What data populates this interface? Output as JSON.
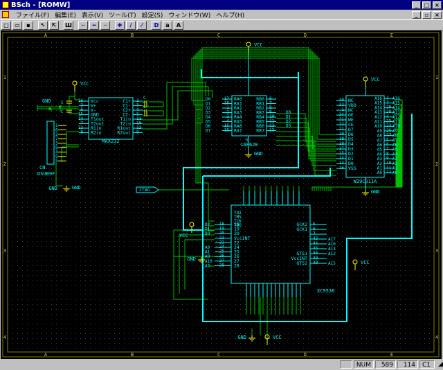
{
  "window": {
    "title": "BSch - [ROMW]"
  },
  "menu": [
    "ファイル(F)",
    "編集(E)",
    "表示(V)",
    "ツール(T)",
    "設定(S)",
    "ウィンドウ(W)",
    "ヘルプ(H)"
  ],
  "toolbar": {
    "btn_a": "a",
    "btn_A": "A"
  },
  "ruler": {
    "cols": [
      "A",
      "B",
      "C",
      "D",
      "E"
    ],
    "rows": [
      "1",
      "2",
      "3",
      "4"
    ]
  },
  "schematic": {
    "vcc": "VCC",
    "gnd": "GND",
    "max232": {
      "name": "MAX232",
      "left_pins": [
        "Vcc",
        "V+",
        "V-",
        "GND",
        "T1out",
        "T2out",
        "R1in",
        "R2in"
      ],
      "left_nums": [
        "16",
        "2",
        "6",
        "15",
        "14",
        "7",
        "13",
        "8"
      ],
      "right_pins": [
        "C1+",
        "C1-",
        "C2+",
        "C2-",
        "T1in",
        "T2in",
        "R1out",
        "R2out"
      ],
      "right_nums": [
        "1",
        "3",
        "4",
        "5",
        "11",
        "10",
        "12",
        "9"
      ],
      "cap": "C"
    },
    "pic": {
      "name": "16F628",
      "left_pins": [
        "RA0",
        "RA1",
        "RA2",
        "RA3",
        "RA4",
        "RA5",
        "RA6",
        "RA7"
      ],
      "left_nums": [
        "17",
        "18",
        "1",
        "2",
        "3",
        "4",
        "15",
        "16"
      ],
      "right_pins": [
        "RB0",
        "RB1",
        "RB2",
        "RB3",
        "RB4",
        "RB5",
        "RB6",
        "RB7"
      ],
      "right_nums": [
        "6",
        "7",
        "8",
        "9",
        "10",
        "11",
        "12",
        "13"
      ],
      "vdd": "14",
      "vss": "5",
      "left_nets": [
        "D0",
        "D1",
        "D2",
        "D3",
        "D4",
        "D5",
        "D6",
        "D7"
      ],
      "right_nets": [
        "D0",
        "D1",
        "D2",
        "D3"
      ]
    },
    "rom": {
      "name": "W29C011A",
      "left_pins": [
        "NC",
        "VDD",
        "NC",
        "OE",
        "WE",
        "CE",
        "D7",
        "D6",
        "D5",
        "D4",
        "D3",
        "D2",
        "D1",
        "D0",
        "VSS"
      ],
      "left_nums": [
        "30",
        "32",
        "1",
        "24",
        "31",
        "22",
        "21",
        "20",
        "19",
        "18",
        "17",
        "15",
        "14",
        "13",
        "16"
      ],
      "right_pins": [
        "A16",
        "A15",
        "A14",
        "A13",
        "A12",
        "A11",
        "A10",
        "A9",
        "A8",
        "A7",
        "A6",
        "A5",
        "A4",
        "A3",
        "A2",
        "A1",
        "A0"
      ],
      "right_nums": [
        "2",
        "3",
        "29",
        "28",
        "4",
        "25",
        "23",
        "26",
        "27",
        "5",
        "6",
        "7",
        "8",
        "9",
        "10",
        "11",
        "12"
      ],
      "right_nets": [
        "A16",
        "A15",
        "A14",
        "A13",
        "A12",
        "A11",
        "A10",
        "A9",
        "A8",
        "A7",
        "A6",
        "A5",
        "A4",
        "A3",
        "A2",
        "A1",
        "A0"
      ]
    },
    "cpld": {
      "name": "XC9536",
      "left_pins": [
        "18",
        "19",
        "20",
        "VccINT",
        "22",
        "24",
        "25",
        "26",
        "27",
        "28"
      ],
      "left_nums": [
        "18",
        "19",
        "20",
        "21",
        "22",
        "24",
        "25",
        "26",
        "27",
        "28"
      ],
      "left_nets": [
        "D2",
        "D1",
        "D0",
        "",
        "",
        "A0",
        "A1",
        "A9",
        "A10",
        "A3"
      ],
      "right_pins": [
        "GCK2",
        "GCK1",
        "",
        "",
        "",
        "",
        "GTS1",
        "VccINT",
        "GTS2"
      ],
      "right_nums": [
        "5",
        "6",
        "7",
        "43",
        "44",
        "45",
        "46",
        "39",
        "40"
      ],
      "right_nets": [
        "",
        "",
        "",
        "A17",
        "A16",
        "A13",
        "A12",
        "",
        "A15"
      ],
      "top_pins": [
        "TDI",
        "TMS",
        "TCK",
        "TDO"
      ]
    },
    "connector": {
      "name": "CN",
      "type": "DSUB9F",
      "pins": [
        "1",
        "6",
        "2",
        "7",
        "3",
        "8",
        "4",
        "9",
        "5"
      ]
    },
    "jtag": "JTAG"
  },
  "status": {
    "num": "NUM",
    "x": "589",
    "y": "114",
    "layer": "C1"
  }
}
